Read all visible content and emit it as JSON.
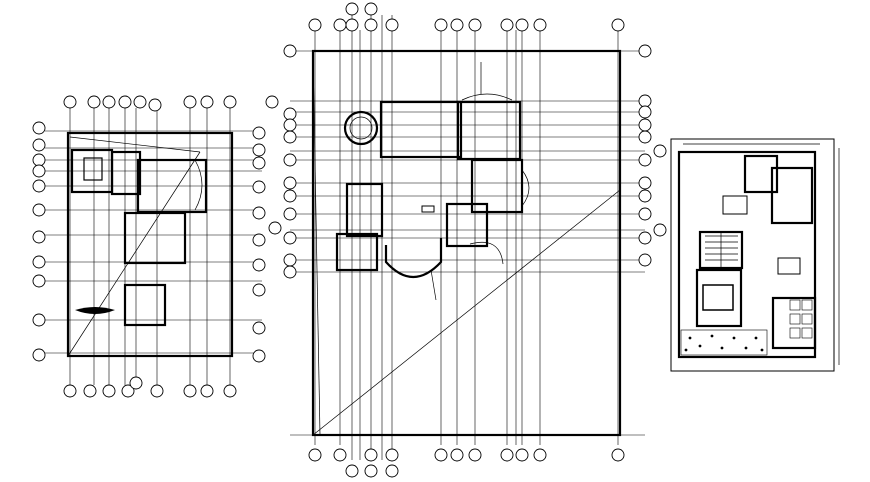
{
  "drawing": {
    "sheets": [
      {
        "name": "left-floor-plan"
      },
      {
        "name": "center-floor-plan"
      },
      {
        "name": "right-furnished-plan"
      }
    ]
  }
}
